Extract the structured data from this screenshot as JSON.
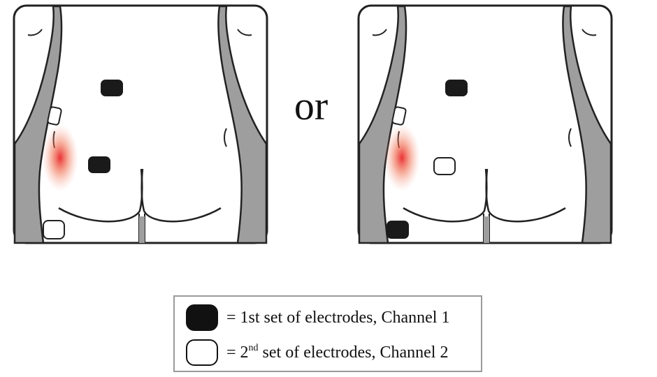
{
  "separator": "or",
  "legend": {
    "channel1": {
      "prefix": "= 1st set of electrodes, Channel 1"
    },
    "channel2": {
      "prefix": "= 2",
      "superscript": "nd",
      "suffix": " set of electrodes, Channel 2"
    }
  },
  "colors": {
    "channel1_electrode": "#1a1a1a",
    "channel2_electrode": "#ffffff",
    "pain_area": "#e8262a",
    "flank_shading": "#9e9e9e",
    "outline": "#222222"
  }
}
